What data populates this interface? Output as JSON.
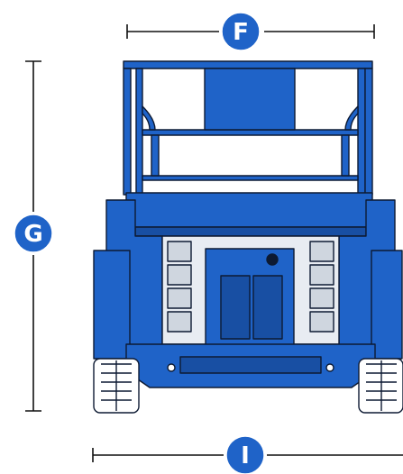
{
  "labels": {
    "width": "F",
    "height": "G",
    "wheelbase": "I"
  },
  "colors": {
    "body": "#1f63c8",
    "body_dark": "#184fa3",
    "outline": "#0d1a33",
    "badge": "#1f63c8",
    "tire": "#ffffff",
    "dim_line": "#111111"
  }
}
